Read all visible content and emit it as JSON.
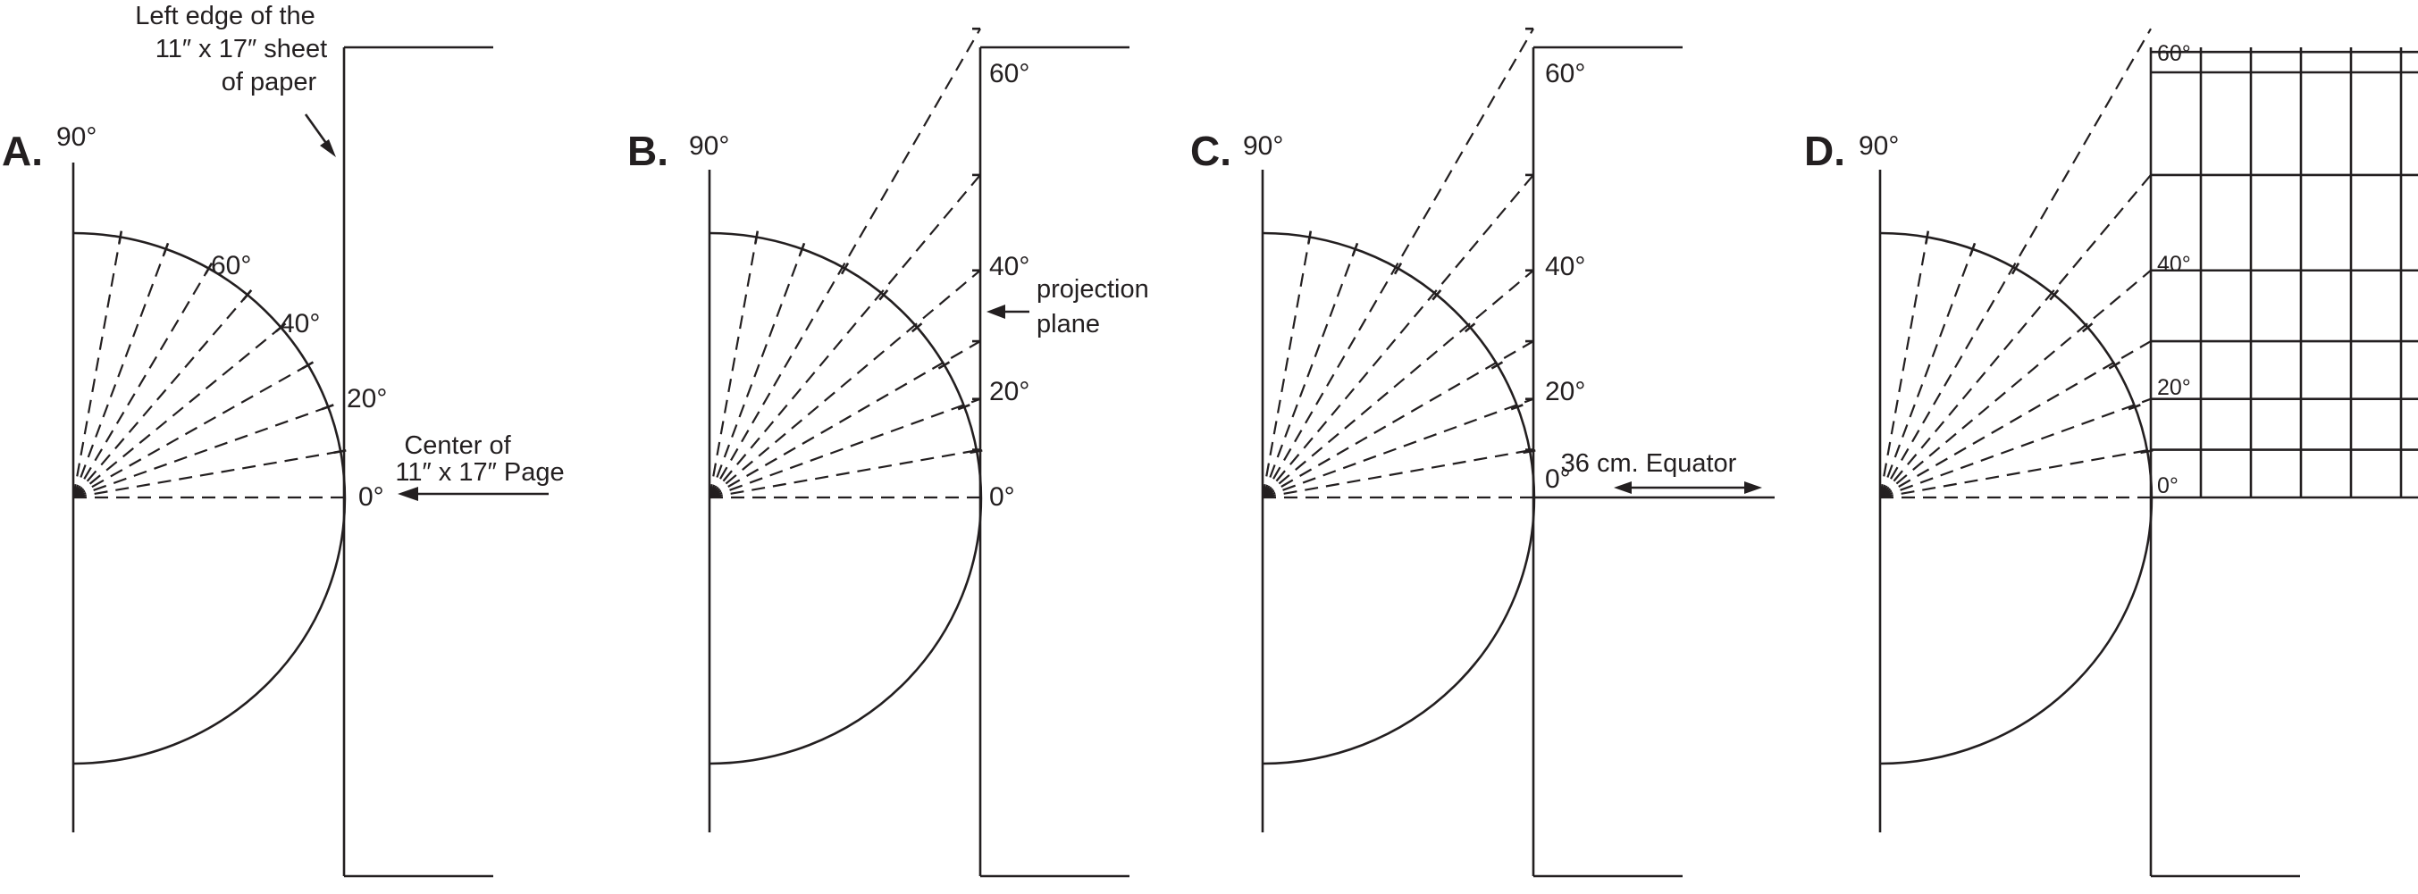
{
  "panels": [
    {
      "letter": "A.",
      "top_label": "90°",
      "lat_labels": [
        "60°",
        "40°",
        "20°",
        "0°"
      ],
      "notes": {
        "paper_edge": [
          "Left edge of the",
          "11″ x 17″ sheet",
          "of paper"
        ],
        "page_center": [
          "Center of",
          "11″ x 17″ Page"
        ]
      }
    },
    {
      "letter": "B.",
      "top_label": "90°",
      "lat_labels": [
        "60°",
        "40°",
        "20°",
        "0°"
      ],
      "notes": {
        "projection_plane": [
          "projection",
          "plane"
        ]
      }
    },
    {
      "letter": "C.",
      "top_label": "90°",
      "lat_labels": [
        "60°",
        "40°",
        "20°",
        "0°"
      ],
      "notes": {
        "equator": "36 cm. Equator"
      }
    },
    {
      "letter": "D.",
      "top_label": "90°",
      "lat_labels": [
        "60°",
        "40°",
        "20°",
        "0°"
      ]
    }
  ],
  "colors": {
    "ink": "#231f20",
    "background": "#ffffff"
  }
}
